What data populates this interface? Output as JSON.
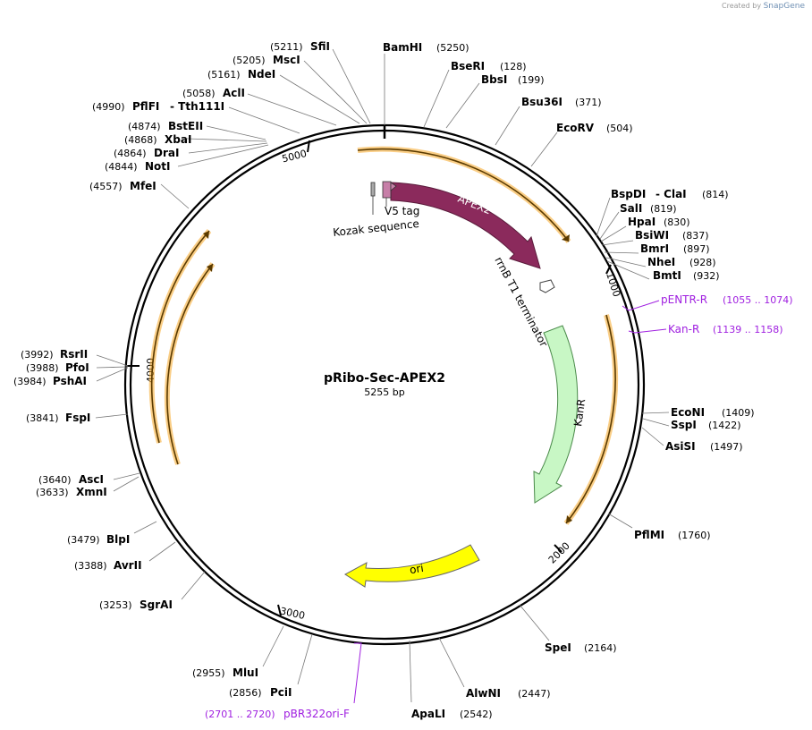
{
  "credit": {
    "text": "Created by",
    "brand": "SnapGene"
  },
  "plasmid": {
    "name": "pRibo-Sec-APEX2",
    "size": "5255 bp",
    "length": 5255
  },
  "ticks": [
    "1000",
    "2000",
    "3000",
    "4000",
    "5000"
  ],
  "features": {
    "apex2": "APEX2",
    "kanr": "KanR",
    "ori": "ori",
    "v5": "V5 tag",
    "kozak": "Kozak sequence",
    "rrnb": "rrnB T1 terminator"
  },
  "enzymes": {
    "bamhi": {
      "name": "BamHI",
      "pos": "(5250)"
    },
    "bseri": {
      "name": "BseRI",
      "pos": "(128)"
    },
    "bbsi": {
      "name": "BbsI",
      "pos": "(199)"
    },
    "bsu36i": {
      "name": "Bsu36I",
      "pos": "(371)"
    },
    "ecorv": {
      "name": "EcoRV",
      "pos": "(504)"
    },
    "bspdi": {
      "name": "BspDI",
      "alt": "- ClaI",
      "pos": "(814)"
    },
    "sali": {
      "name": "SalI",
      "pos": "(819)"
    },
    "hpai": {
      "name": "HpaI",
      "pos": "(830)"
    },
    "bsiwi": {
      "name": "BsiWI",
      "pos": "(837)"
    },
    "bmri": {
      "name": "BmrI",
      "pos": "(897)"
    },
    "nhei": {
      "name": "NheI",
      "pos": "(928)"
    },
    "bmti": {
      "name": "BmtI",
      "pos": "(932)"
    },
    "econi": {
      "name": "EcoNI",
      "pos": "(1409)"
    },
    "sspi": {
      "name": "SspI",
      "pos": "(1422)"
    },
    "asisi": {
      "name": "AsiSI",
      "pos": "(1497)"
    },
    "pflmi": {
      "name": "PflMI",
      "pos": "(1760)"
    },
    "spei": {
      "name": "SpeI",
      "pos": "(2164)"
    },
    "alwni": {
      "name": "AlwNI",
      "pos": "(2447)"
    },
    "apali": {
      "name": "ApaLI",
      "pos": "(2542)"
    },
    "pcii": {
      "name": "PciI",
      "pos": "(2856)"
    },
    "mlui": {
      "name": "MluI",
      "pos": "(2955)"
    },
    "sgrai": {
      "name": "SgrAI",
      "pos": "(3253)"
    },
    "avrii": {
      "name": "AvrII",
      "pos": "(3388)"
    },
    "blpi": {
      "name": "BlpI",
      "pos": "(3479)"
    },
    "xmni": {
      "name": "XmnI",
      "pos": "(3633)"
    },
    "asci": {
      "name": "AscI",
      "pos": "(3640)"
    },
    "fspi": {
      "name": "FspI",
      "pos": "(3841)"
    },
    "pshai": {
      "name": "PshAI",
      "pos": "(3984)"
    },
    "pfoi": {
      "name": "PfoI",
      "pos": "(3988)"
    },
    "rsrii": {
      "name": "RsrII",
      "pos": "(3992)"
    },
    "mfei": {
      "name": "MfeI",
      "pos": "(4557)"
    },
    "noti": {
      "name": "NotI",
      "pos": "(4844)"
    },
    "drai": {
      "name": "DraI",
      "pos": "(4864)"
    },
    "xbai": {
      "name": "XbaI",
      "pos": "(4868)"
    },
    "bsteii": {
      "name": "BstEII",
      "pos": "(4874)"
    },
    "pflfi": {
      "name": "PflFI",
      "alt": "- Tth111I",
      "pos": "(4990)"
    },
    "acli": {
      "name": "AclI",
      "pos": "(5058)"
    },
    "ndei": {
      "name": "NdeI",
      "pos": "(5161)"
    },
    "msci": {
      "name": "MscI",
      "pos": "(5205)"
    },
    "sfii": {
      "name": "SfiI",
      "pos": "(5211)"
    }
  },
  "primers": {
    "pentr": {
      "name": "pENTR-R",
      "range": "(1055 .. 1074)"
    },
    "kanr": {
      "name": "Kan-R",
      "range": "(1139 .. 1158)"
    },
    "pbr": {
      "name": "pBR322ori-F",
      "range": "(2701 .. 2720)"
    }
  },
  "colors": {
    "apex2": "#8b2a5c",
    "kanr": "#c8f7c5",
    "ori": "#ffff00",
    "orf": "#f5a623",
    "primer": "#a020e0",
    "backbone": "#000000"
  }
}
